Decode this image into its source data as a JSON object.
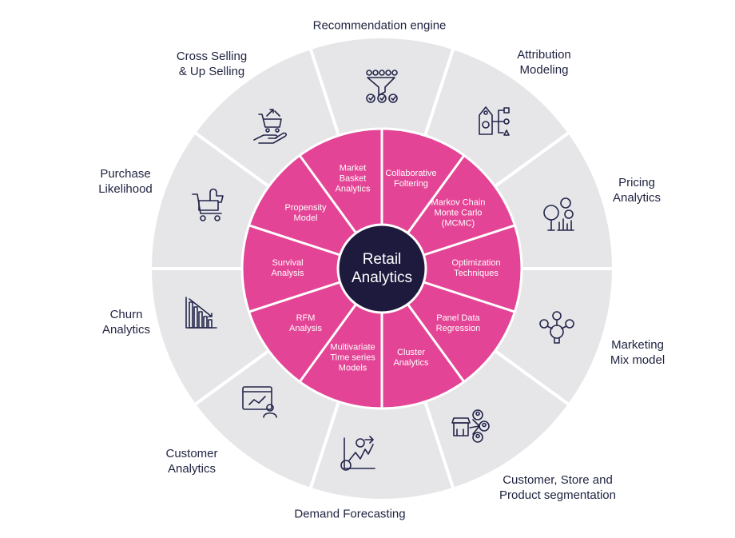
{
  "center": {
    "line1": "Retail",
    "line2": "Analytics"
  },
  "colors": {
    "outer_ring": "#e6e6e9",
    "inner_ring": "#e44495",
    "center": "#1e1a3e",
    "icon": "#24264a",
    "divider": "#ffffff"
  },
  "outer_segments": [
    {
      "lines": [
        "Recommendation engine"
      ],
      "icon": "funnel-filter-icon"
    },
    {
      "lines": [
        "Attribution",
        "Modeling"
      ],
      "icon": "price-tag-flow-icon"
    },
    {
      "lines": [
        "Pricing",
        "Analytics"
      ],
      "icon": "coins-bar-chart-icon"
    },
    {
      "lines": [
        "Marketing",
        "Mix model"
      ],
      "icon": "lightbulb-marketing-icon"
    },
    {
      "lines": [
        "Customer, Store and",
        "Product segmentation"
      ],
      "icon": "store-people-network-icon"
    },
    {
      "lines": [
        "Demand Forecasting"
      ],
      "icon": "forecast-chart-icon"
    },
    {
      "lines": [
        "Customer",
        "Analytics"
      ],
      "icon": "browser-analytics-user-icon"
    },
    {
      "lines": [
        "Churn",
        "Analytics"
      ],
      "icon": "declining-bar-chart-icon"
    },
    {
      "lines": [
        "Purchase",
        "Likelihood"
      ],
      "icon": "cart-thumbs-up-icon"
    },
    {
      "lines": [
        "Cross Selling",
        "& Up Selling"
      ],
      "icon": "hand-cart-arrows-icon"
    }
  ],
  "inner_segments": [
    {
      "lines": [
        "Collaborative",
        "Foltering"
      ]
    },
    {
      "lines": [
        "Markov Chain",
        "Monte Carlo",
        "(MCMC)"
      ]
    },
    {
      "lines": [
        "Optimization",
        "Techniques"
      ]
    },
    {
      "lines": [
        "Panel Data",
        "Regression"
      ]
    },
    {
      "lines": [
        "Cluster",
        "Analytics"
      ]
    },
    {
      "lines": [
        "Multivariate",
        "Time series",
        "Models"
      ]
    },
    {
      "lines": [
        "RFM",
        "Analysis"
      ]
    },
    {
      "lines": [
        "Survival",
        "Analysis"
      ]
    },
    {
      "lines": [
        "Propensity",
        "Model"
      ]
    },
    {
      "lines": [
        "Market",
        "Basket",
        "Analytics"
      ]
    }
  ]
}
